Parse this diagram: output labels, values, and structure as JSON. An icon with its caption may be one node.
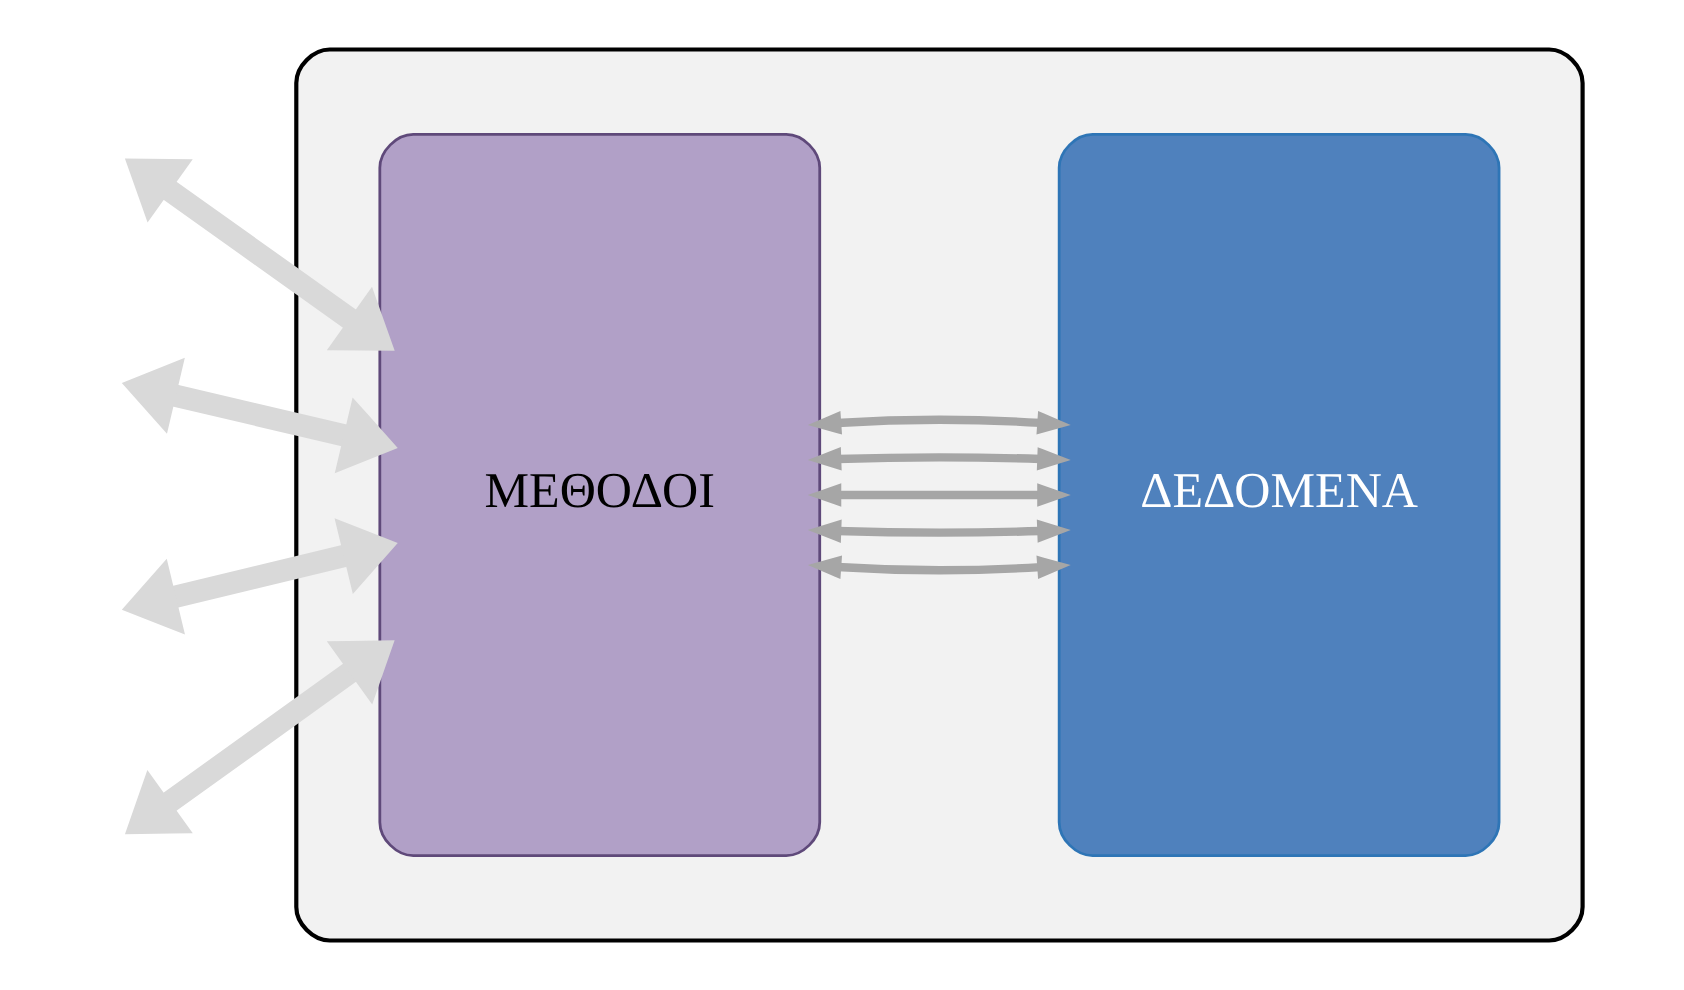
{
  "diagram": {
    "nodes": [
      {
        "text": [],
        "shape": "box"
      },
      {
        "text": [
          "ΜΕΘΟΔΟΙ"
        ],
        "in": 0
      },
      {
        "text": [
          "ΔΕΔΟΜΕΝΑ"
        ],
        "in": 0
      }
    ],
    "edges": [
      {
        "from": null,
        "to": 1,
        "arrow": "both",
        "style": "thick",
        "color": "#d9d9d9"
      },
      {
        "from": null,
        "to": 1,
        "arrow": "both",
        "style": "thick",
        "color": "#d9d9d9"
      },
      {
        "from": null,
        "to": 1,
        "arrow": "both",
        "style": "thick",
        "color": "#d9d9d9"
      },
      {
        "from": null,
        "to": 1,
        "arrow": "both",
        "style": "thick",
        "color": "#d9d9d9"
      },
      {
        "from": 1,
        "to": 2,
        "arrow": "both"
      },
      {
        "from": 1,
        "to": 2,
        "arrow": "both"
      },
      {
        "from": 1,
        "to": 2,
        "arrow": "both"
      },
      {
        "from": 1,
        "to": 2,
        "arrow": "both"
      },
      {
        "from": 1,
        "to": 2,
        "arrow": "both"
      }
    ]
  }
}
